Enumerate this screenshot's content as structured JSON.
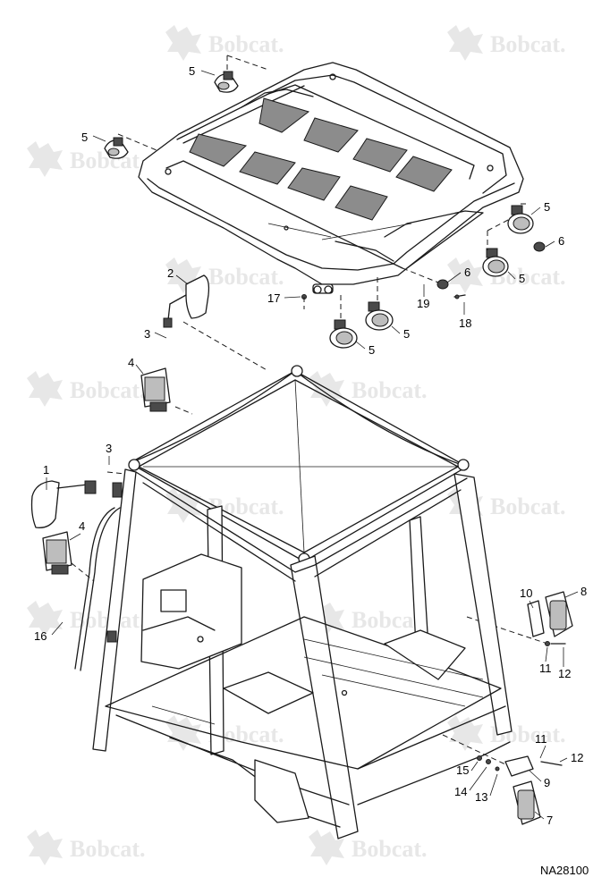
{
  "brand": {
    "watermark_text": "Bobcat.",
    "watermark_color": "#e7e7e7"
  },
  "figure_code": "NA28100",
  "callouts": {
    "c5a": "5",
    "c5b": "5",
    "c5c": "5",
    "c5d": "5",
    "c5e": "5",
    "c5f": "5",
    "c6a": "6",
    "c6b": "6",
    "c19": "19",
    "c18": "18",
    "c17": "17",
    "c2": "2",
    "c3a": "3",
    "c4a": "4",
    "c3b": "3",
    "c1": "1",
    "c4b": "4",
    "c16": "16",
    "c10": "10",
    "c8": "8",
    "c11a": "11",
    "c12a": "12",
    "c11b": "11",
    "c12b": "12",
    "c15": "15",
    "c14": "14",
    "c13": "13",
    "c9": "9",
    "c7": "7"
  }
}
